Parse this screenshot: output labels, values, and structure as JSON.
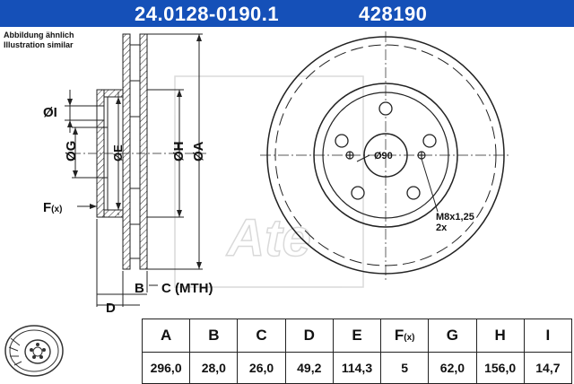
{
  "header": {
    "part_number": "24.0128-0190.1",
    "ref_number": "428190",
    "bar_color": "#1550b8"
  },
  "notes": {
    "line1": "Abbildung ähnlich",
    "line2": "Illustration similar"
  },
  "drawing": {
    "dim_I": "ØI",
    "dim_G": "ØG",
    "dim_E": "ØE",
    "dim_H": "ØH",
    "dim_A": "ØA",
    "dim_F": "F",
    "dim_F_sub": "(x)",
    "dim_B": "B",
    "dim_C": "C (MTH)",
    "dim_D": "D",
    "center_bore": "Ø90",
    "thread": "M8x1,25",
    "thread_count": "2x",
    "watermark": "Ate"
  },
  "table": {
    "headers": [
      "A",
      "B",
      "C",
      "D",
      "E",
      "F",
      "G",
      "H",
      "I"
    ],
    "header_F_sub": "(x)",
    "values": [
      "296,0",
      "28,0",
      "26,0",
      "49,2",
      "114,3",
      "5",
      "62,0",
      "156,0",
      "14,7"
    ]
  }
}
